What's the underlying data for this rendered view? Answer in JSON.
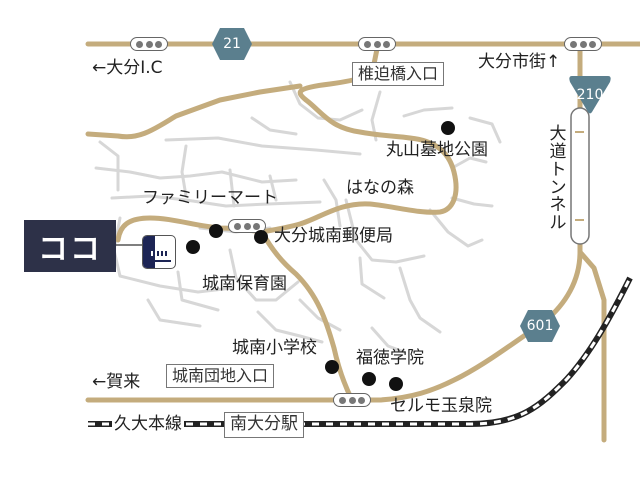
{
  "map": {
    "target_label": "ココ",
    "directions": {
      "to_oita_ic": "←大分I.C",
      "to_oita_city": "大分市街↑",
      "to_kaku": "←賀来"
    },
    "route_shields": [
      "21",
      "210",
      "601"
    ],
    "entrances": {
      "shiisako": "椎迫橋入口",
      "jonan_danchi": "城南団地入口",
      "minami_oita_station": "南大分駅"
    },
    "landmarks": {
      "maruyama_park": "丸山墓地公園",
      "hananomori": "はなの森",
      "familymart": "ファミリーマート",
      "post_office": "大分城南郵便局",
      "nursery": "城南保育園",
      "elementary": "城南小学校",
      "fukutoku": "福徳学院",
      "serumo": "セルモ玉泉院"
    },
    "tunnel": "大道トンネル",
    "railway": "久大本線"
  },
  "colors": {
    "road_main": "#c4ac7d",
    "road_minor": "#d7d7d7",
    "shield": "#5b7f8e",
    "target_box": "#2d3148",
    "rail": "#222222"
  }
}
